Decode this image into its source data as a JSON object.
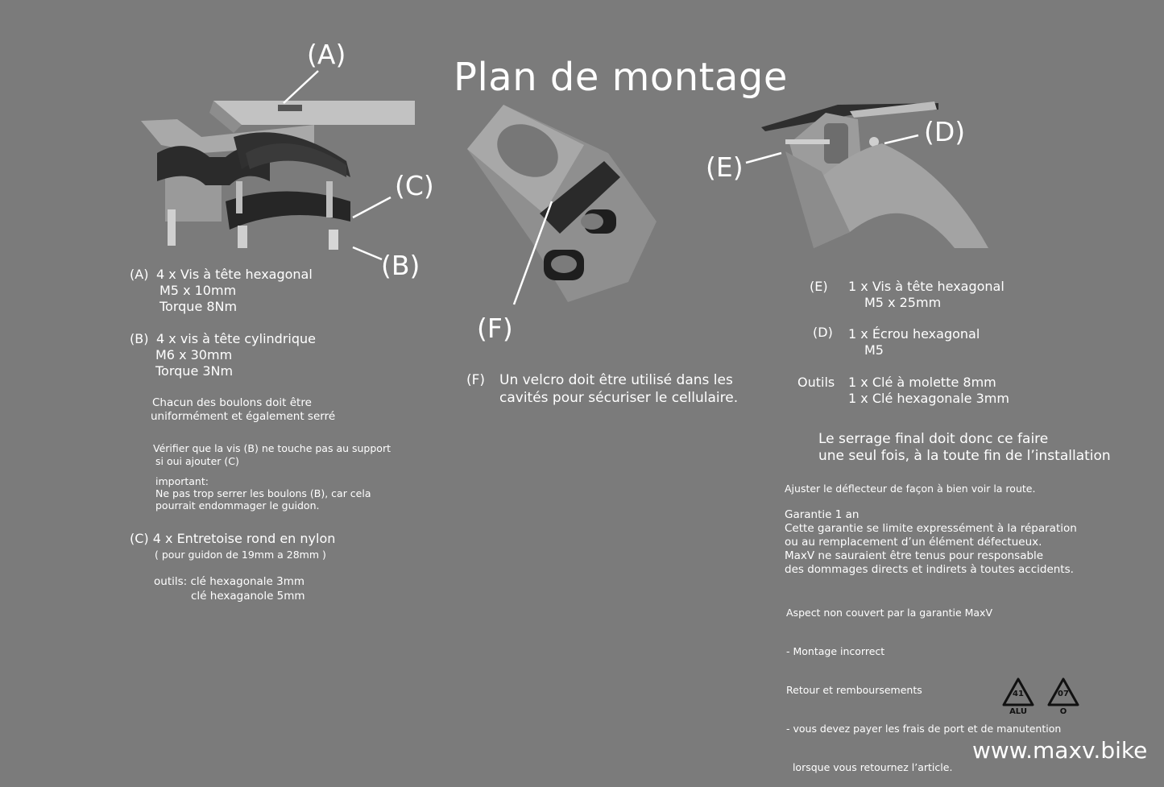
{
  "title": "Plan de montage",
  "callouts": {
    "A": "(A)",
    "B": "(B)",
    "C": "(C)",
    "D": "(D)",
    "E": "(E)",
    "F": "(F)"
  },
  "left": {
    "a_tag": "(A)",
    "a_line1": "4 x Vis à tête hexagonal",
    "a_line2": "M5 x 10mm",
    "a_line3": "Torque 8Nm",
    "b_tag": "(B)",
    "b_line1": "4 x vis à tête cylindrique",
    "b_line2": "M6 x 30mm",
    "b_line3": "Torque 3Nm",
    "note1_line1": "Chacun des boulons doit être",
    "note1_line2": "uniformément et également serré",
    "note2_line1": "Vérifier que la vis (B) ne touche pas au support",
    "note2_line2": "si oui ajouter (C)",
    "note3_line1": "important:",
    "note3_line2": "Ne pas trop serrer les boulons (B), car cela",
    "note3_line3": "pourrait endommager le guidon.",
    "c_line1": "(C) 4 x Entretoise rond en nylon",
    "c_line2": "( pour guidon de  19mm a 28mm )",
    "tools_line1": "outils: clé hexagonale 3mm",
    "tools_line2": "clé hexaganole 5mm"
  },
  "middle": {
    "f_tag": "(F)",
    "f_line1": "Un velcro doit être utilisé dans les",
    "f_line2": "cavités pour sécuriser le cellulaire."
  },
  "right": {
    "e_tag": "(E)",
    "e_line1": "1 x Vis à tête hexagonal",
    "e_line2": "M5 x 25mm",
    "d_tag": "(D)",
    "d_line1": "1 x Écrou hexagonal",
    "d_line2": "M5",
    "tools_tag": "Outils",
    "tools_line1": "1 x Clé à molette 8mm",
    "tools_line2": "1 x Clé hexagonale 3mm",
    "final_line1": "Le serrage final doit donc ce faire",
    "final_line2": "une seul fois, à la toute fin de l’installation",
    "adjust": "Ajuster le déflecteur de façon à bien voir la route.",
    "warranty_lines": [
      "Garantie 1 an",
      "Cette garantie se limite expressément à la réparation",
      "ou au remplacement d’un élément défectueux.",
      "MaxV ne sauraient être tenus  pour responsable",
      "des  dommages directs et indirets à toutes accidents."
    ],
    "coverage_lines": [
      "Aspect non couvert par la garantie MaxV",
      "- Montage incorrect",
      "Retour et remboursements",
      "- vous devez payer les frais de port et de manutention",
      "  lorsque vous retournez l’article."
    ]
  },
  "recycle": [
    {
      "num": "41",
      "label": "ALU"
    },
    {
      "num": "07",
      "label": "O"
    }
  ],
  "url": "www.maxv.bike",
  "colors": {
    "background": "#7b7b7b",
    "text": "#ffffff",
    "metal": "#b8b8b8",
    "clamp": "#2a2a2a"
  }
}
